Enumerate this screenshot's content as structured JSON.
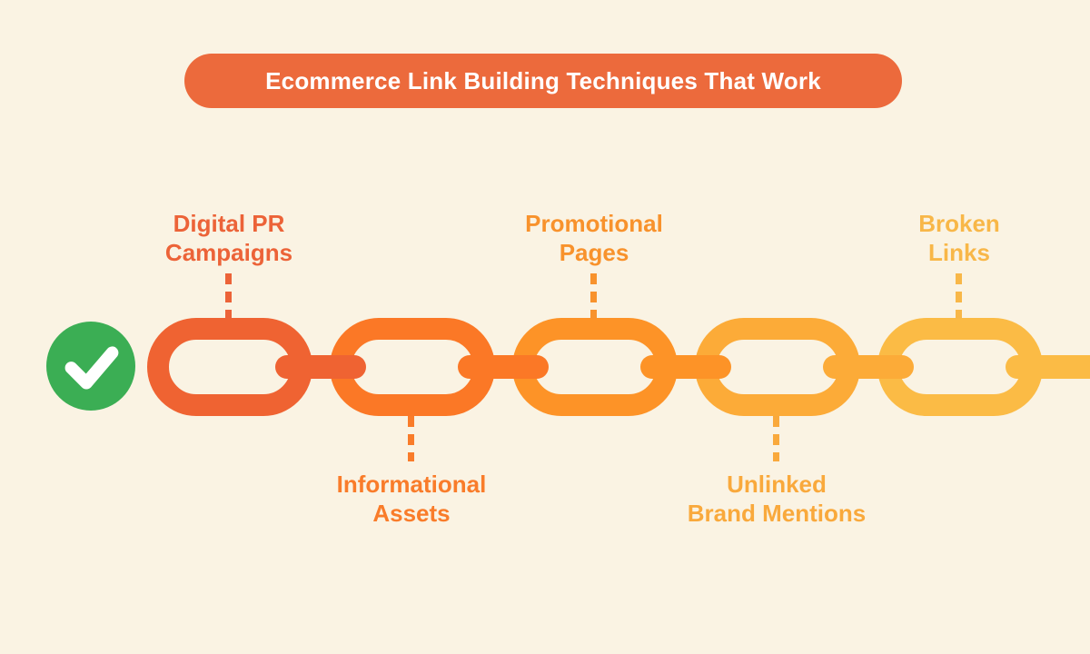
{
  "background": "#FAF3E3",
  "header": {
    "title": "Ecommerce Link Building Techniques That Work",
    "bg_color": "#EC6A3C",
    "text_color": "#FFFFFF"
  },
  "check_badge": {
    "icon": "checkmark-in-circle",
    "circle_color": "#3BAE54",
    "check_color": "#FFFFFF"
  },
  "chain": {
    "tail_color": "#FBBB45",
    "links": [
      {
        "label_lines": [
          "Digital PR",
          "Campaigns"
        ],
        "label_position": "above",
        "color": "#EF6332",
        "label_color": "#EC6338"
      },
      {
        "label_lines": [
          "Informational",
          "Assets"
        ],
        "label_position": "below",
        "color": "#FB7826",
        "label_color": "#F97C2A"
      },
      {
        "label_lines": [
          "Promotional",
          "Pages"
        ],
        "label_position": "above",
        "color": "#FD9327",
        "label_color": "#F8922C"
      },
      {
        "label_lines": [
          "Unlinked",
          "Brand Mentions"
        ],
        "label_position": "below",
        "color": "#FCAB38",
        "label_color": "#F9A93C"
      },
      {
        "label_lines": [
          "Broken",
          "Links"
        ],
        "label_position": "above",
        "color": "#FBBB45",
        "label_color": "#F8B748"
      }
    ]
  }
}
